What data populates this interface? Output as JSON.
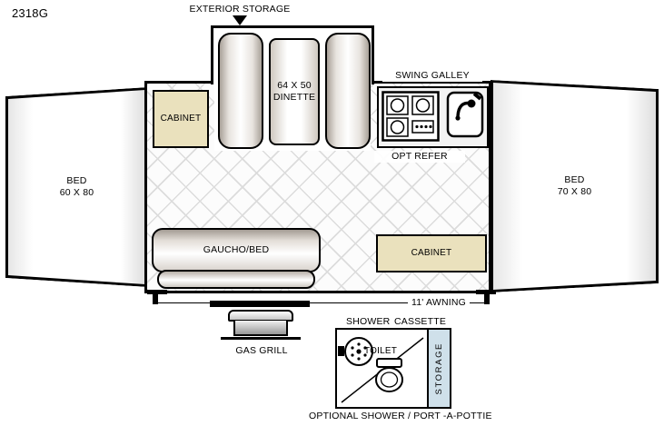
{
  "model_label": "2318G",
  "exterior_storage": {
    "label": "EXTERIOR STORAGE"
  },
  "dinette": {
    "size": "64 X 50",
    "name": "DINETTE"
  },
  "galley": {
    "label": "SWING GALLEY",
    "refer_label": "OPT REFER"
  },
  "cabinets": {
    "top": "CABINET",
    "bottom": "CABINET"
  },
  "beds": {
    "left": {
      "name": "BED",
      "size": "60 X 80"
    },
    "right": {
      "name": "BED",
      "size": "70 X 80"
    }
  },
  "gaucho": {
    "label": "GAUCHO/BED"
  },
  "awning": {
    "label": "11' AWNING"
  },
  "grill": {
    "label": "GAS GRILL"
  },
  "bath": {
    "shower_label": "SHOWER",
    "cassette_label": "CASSETTE",
    "toilet_label": "TOILET",
    "storage_label": "STORAGE",
    "caption": "OPTIONAL SHOWER / PORT -A-POTTIE"
  },
  "colors": {
    "outline": "#000000",
    "cabinet_fill": "#eae1bd",
    "bath_storage_fill": "#cfe0ea",
    "floor_line": "#dcdcdc"
  }
}
